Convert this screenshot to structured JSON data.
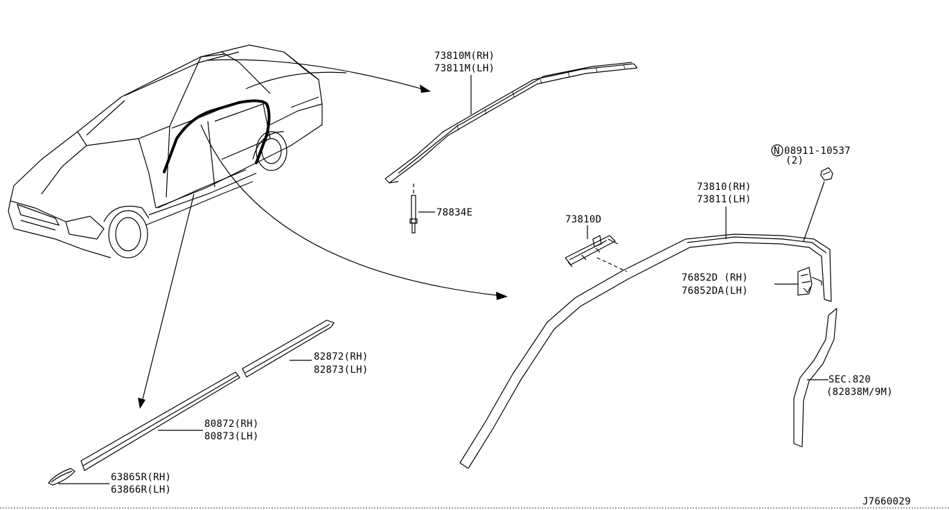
{
  "parts": {
    "roof_molding_m": {
      "rh": "73810M(RH)",
      "lh": "73811M(LH)"
    },
    "clip_78834e": "78834E",
    "nut": {
      "symbol": "N",
      "part": "08911-10537",
      "qty": "(2)"
    },
    "roof_molding": {
      "rh": "73810(RH)",
      "lh": "73811(LH)"
    },
    "clip_73810d": "73810D",
    "bracket": {
      "rh": "76852D (RH)",
      "lh": "76852DA(LH)"
    },
    "section_ref": {
      "sec": "SEC.820",
      "parts": "(82838M/9M)"
    },
    "rear_door_molding": {
      "rh": "82872(RH)",
      "lh": "82873(LH)"
    },
    "front_door_molding": {
      "rh": "80872(RH)",
      "lh": "80873(LH)"
    },
    "fender_molding": {
      "rh": "63865R(RH)",
      "lh": "63866R(LH)"
    }
  },
  "diagram_id": "J7660029"
}
